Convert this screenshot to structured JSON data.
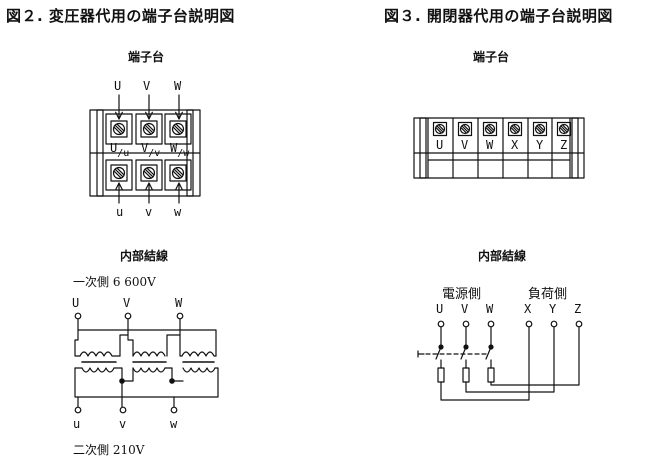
{
  "fig2": {
    "title": "図２. 変圧器代用の端子台説明図",
    "terminal_block_title": "端子台",
    "top_labels": [
      "U",
      "V",
      "W"
    ],
    "mid_labels": [
      [
        "U",
        "u"
      ],
      [
        "V",
        "v"
      ],
      [
        "W",
        "w"
      ]
    ],
    "bottom_labels": [
      "u",
      "v",
      "w"
    ],
    "internal_title": "内部結線",
    "primary_label": "一次側 6 600V",
    "secondary_label": "二次側 210V",
    "wiring_top": [
      "U",
      "V",
      "W"
    ],
    "wiring_bottom": [
      "u",
      "v",
      "w"
    ]
  },
  "fig3": {
    "title": "図３.  開閉器代用の端子台説明図",
    "terminal_block_title": "端子台",
    "terminal_labels": [
      "U",
      "V",
      "W",
      "X",
      "Y",
      "Z"
    ],
    "internal_title": "内部結線",
    "source_side_label": "電源側",
    "load_side_label": "負荷側",
    "wiring_labels": [
      "U",
      "V",
      "W",
      "X",
      "Y",
      "Z"
    ]
  }
}
